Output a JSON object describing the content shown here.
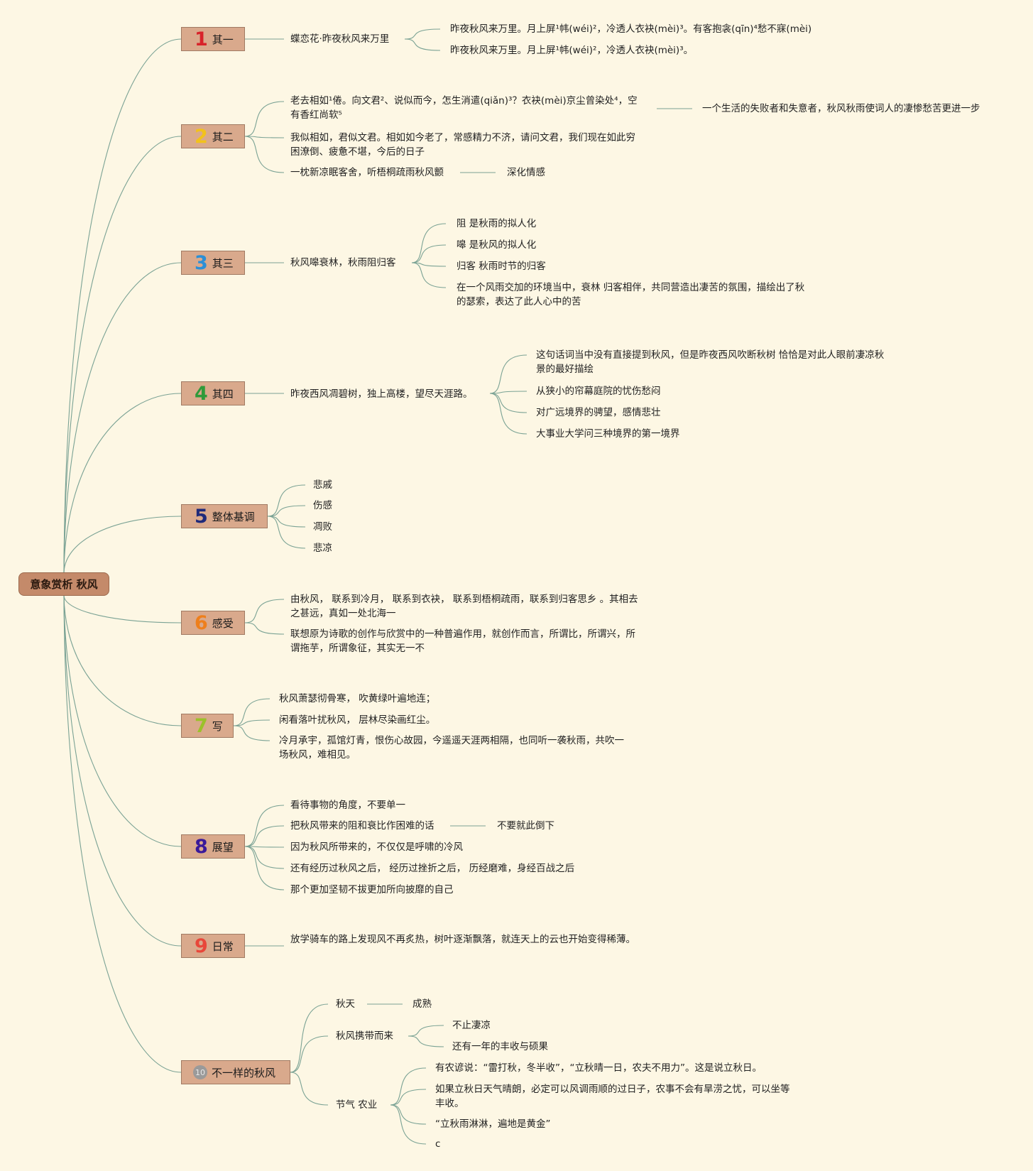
{
  "root": {
    "label": "意象赏析 秋风"
  },
  "branches": [
    {
      "number": "1",
      "number_color": "#d8232a",
      "label": "其一",
      "nodes": [
        {
          "text": "蝶恋花·昨夜秋风来万里",
          "children": [
            "昨夜秋风来万里。月上屏¹帏(wéi)²，冷透人衣袂(mèi)³。有客抱衾(qīn)⁴愁不寐(mèi)",
            "昨夜秋风来万里。月上屏¹帏(wéi)²，冷透人衣袂(mèi)³。"
          ]
        }
      ]
    },
    {
      "number": "2",
      "number_color": "#f2c21b",
      "label": "其二",
      "nodes": [
        {
          "text": "老去相如¹倦。向文君²、说似而今，怎生消遣(qiǎn)³？衣袂(mèi)京尘曾染处⁴，空有香红尚软⁵",
          "children": [
            "一个生活的失败者和失意者，秋风秋雨使词人的凄惨愁苦更进一步"
          ]
        },
        {
          "text": "我似相如，君似文君。相如如今老了，常感精力不济，请问文君，我们现在如此穷困潦倒、疲惫不堪，今后的日子"
        },
        {
          "text": "一枕新凉眠客舍，听梧桐疏雨秋风颤",
          "children": [
            "深化情感"
          ]
        }
      ]
    },
    {
      "number": "3",
      "number_color": "#2b8fd6",
      "label": "其三",
      "nodes": [
        {
          "text": "秋风嗥衰林，秋雨阻归客",
          "children": [
            "阻 是秋雨的拟人化",
            "嗥 是秋风的拟人化",
            "归客 秋雨时节的归客",
            "在一个风雨交加的环境当中，衰林 归客相伴，共同营造出凄苦的氛围，描绘出了秋的瑟索，表达了此人心中的苦"
          ]
        }
      ]
    },
    {
      "number": "4",
      "number_color": "#2e9a3a",
      "label": "其四",
      "nodes": [
        {
          "text": "昨夜西风凋碧树，独上高楼，望尽天涯路。",
          "children": [
            "这句话词当中没有直接提到秋风，但是昨夜西风吹断秋树 恰恰是对此人眼前凄凉秋景的最好描绘",
            "从狭小的帘幕庭院的忧伤愁闷",
            "对广远境界的骋望，感情悲壮",
            "大事业大学问三种境界的第一境界"
          ]
        }
      ]
    },
    {
      "number": "5",
      "number_color": "#1f2a7a",
      "label": "整体基调",
      "nodes": [
        {
          "text": "悲戚"
        },
        {
          "text": "伤感"
        },
        {
          "text": "凋败"
        },
        {
          "text": "悲凉"
        }
      ]
    },
    {
      "number": "6",
      "number_color": "#ee7f1c",
      "label": "感受",
      "nodes": [
        {
          "text": "由秋风， 联系到冷月， 联系到衣袂， 联系到梧桐疏雨，联系到归客思乡 。其相去之甚远，真如一处北海一"
        },
        {
          "text": "联想原为诗歌的创作与欣赏中的一种普遍作用，就创作而言，所谓比，所谓兴，所谓拖芋，所谓象征，其实无一不"
        }
      ]
    },
    {
      "number": "7",
      "number_color": "#9bc12a",
      "label": "写",
      "nodes": [
        {
          "text": "秋风萧瑟彻骨寒， 吹黄绿叶遍地连；"
        },
        {
          "text": "闲看落叶扰秋风， 层林尽染画红尘。"
        },
        {
          "text": "冷月承宇，孤馆灯青，恨伤心故园，今遥遥天涯两相隔，也同听一袭秋雨，共吹一场秋风，难相见。"
        }
      ]
    },
    {
      "number": "8",
      "number_color": "#3a1a9a",
      "label": "展望",
      "nodes": [
        {
          "text": "看待事物的角度，不要单一"
        },
        {
          "text": "把秋风带来的阻和衰比作困难的话",
          "children": [
            "不要就此倒下"
          ]
        },
        {
          "text": "因为秋风所带来的，不仅仅是呼啸的冷风"
        },
        {
          "text": "还有经历过秋风之后， 经历过挫折之后， 历经磨难，身经百战之后"
        },
        {
          "text": "那个更加坚韧不拔更加所向披靡的自己"
        }
      ]
    },
    {
      "number": "9",
      "number_color": "#e8473a",
      "label": "日常",
      "nodes": [
        {
          "text": "放学骑车的路上发现风不再炙热，树叶逐渐飘落，就连天上的云也开始变得稀薄。"
        }
      ]
    },
    {
      "number": "10",
      "number_color": "#9a9a9a",
      "label": "不一样的秋风",
      "nodes": [
        {
          "text": "秋天",
          "children": [
            "成熟"
          ]
        },
        {
          "text": "秋风携带而来",
          "children": [
            "不止凄凉",
            "还有一年的丰收与硕果"
          ]
        },
        {
          "text": "节气 农业",
          "children": [
            "有农谚说：“雷打秋，冬半收”，“立秋晴一日，农夫不用力”。这是说立秋日。",
            "如果立秋日天气晴朗，必定可以风调雨顺的过日子，农事不会有旱涝之忧，可以坐等丰收。",
            "“立秋雨淋淋，遍地是黄金”",
            "c"
          ]
        }
      ]
    }
  ],
  "colors": {
    "background": "#fdf7e4",
    "link": "#7aa294",
    "branch_fill": "#d9a98c",
    "root_fill": "#c48a6a"
  }
}
